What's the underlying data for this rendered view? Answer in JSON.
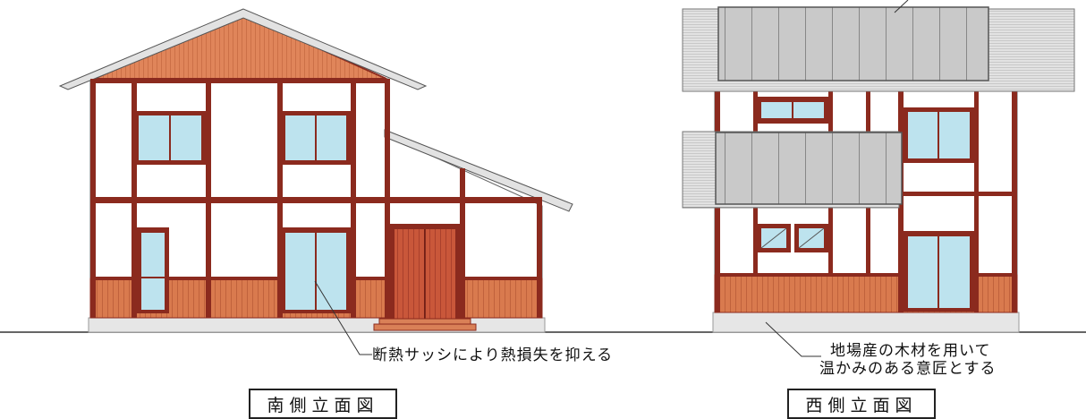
{
  "south_elevation": {
    "title": "南側立面図"
  },
  "west_elevation": {
    "title": "西側立面図"
  },
  "annotations": {
    "sash_note": "断熱サッシにより熱損失を抑える",
    "wood_note_line1": "地場産の木材を用いて",
    "wood_note_line2": "温かみのある意匠とする"
  },
  "colors": {
    "timber_frame": "#8b2a1e",
    "wood_cladding": "#d97a4e",
    "gable_wood": "#e0855a",
    "glass": "#bde3ee",
    "roof_sheet": "#c9c9c9",
    "plaster_wall": "#ffffff",
    "foundation": "#e6e6e6"
  }
}
